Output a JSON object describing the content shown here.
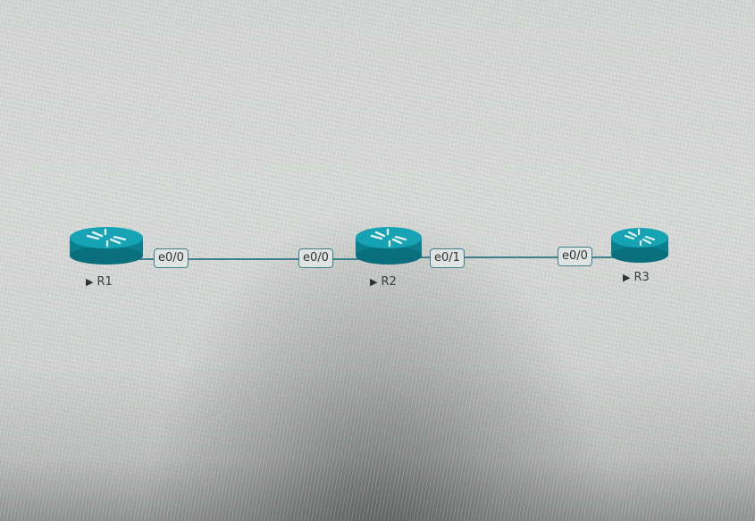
{
  "topology": {
    "routers": [
      {
        "id": "R1",
        "name": "R1",
        "icon": "router-icon"
      },
      {
        "id": "R2",
        "name": "R2",
        "icon": "router-icon"
      },
      {
        "id": "R3",
        "name": "R3",
        "icon": "router-icon"
      }
    ],
    "links": [
      {
        "a": "R1",
        "a_iface": "e0/0",
        "b": "R2",
        "b_iface": "e0/0"
      },
      {
        "a": "R2",
        "a_iface": "e0/1",
        "b": "R3",
        "b_iface": "e0/0"
      }
    ],
    "status_icon": "play-icon"
  },
  "colors": {
    "router_body": "#0f8c9c",
    "link": "#3f7f8a"
  }
}
